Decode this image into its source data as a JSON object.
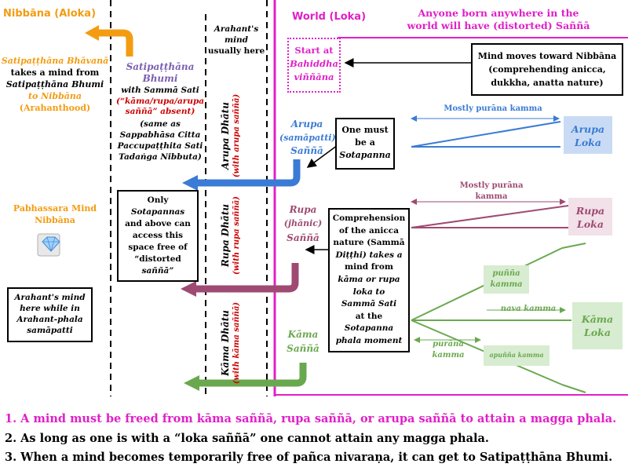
{
  "header": {
    "nibbana_aloka": "Nibbāna (Aloka)",
    "world_loka": "World (Loka)",
    "anyone_born": [
      "Anyone born anywhere in the",
      "world will have (distorted) Saññā"
    ]
  },
  "left": {
    "bhavana": [
      "Satipaṭṭhāna Bhāvanā",
      "takes a mind from",
      "Satipaṭṭhāna Bhumi",
      "to Nibbāna",
      "(Arahanthood)"
    ],
    "pabhassara": [
      "Pabhassara Mind",
      "Nibbāna"
    ],
    "arahant_phala_box": [
      "Arahant's mind",
      "here while in",
      "Arahant-phala",
      "samāpatti"
    ]
  },
  "bhumi": {
    "title": [
      "Satipaṭṭhāna",
      "Bhumi"
    ],
    "with_sati": "with Sammā Sati",
    "absent": [
      "(“kāma/rupa/arupa",
      "saññā” absent)"
    ],
    "same_as": [
      "(same as",
      "Sappabhāsa Citta",
      "Paccupaṭṭhita Sati",
      "Tadaṅga Nibbuta)"
    ],
    "only_box": [
      "Only",
      "Sotapannas",
      "and above can",
      "access this",
      "space free of",
      "“distorted",
      "saññā”"
    ]
  },
  "dhatu": {
    "arahant_mind": [
      "Arahant's",
      "mind",
      "usually here"
    ],
    "arupa": {
      "name": "Arupa Dhātu",
      "sub": "(with arupa saññā)"
    },
    "rupa": {
      "name": "Rupa Dhātu",
      "sub": "(with rupa saññā)"
    },
    "kama": {
      "name": "Kāma Dhātu",
      "sub": "(with kāma saññā)"
    }
  },
  "world": {
    "start_box": [
      "Start at",
      "Bahiddha",
      "viññāna"
    ],
    "moves_box": [
      "Mind moves toward Nibbāna",
      "(comprehending anicca,",
      "dukkha, anatta nature)"
    ],
    "arupa_sanna": [
      "Arupa",
      "(samāpatti)",
      "Saññā"
    ],
    "rupa_sanna": [
      "Rupa",
      "(jhānic)",
      "Saññā"
    ],
    "kama_sanna": [
      "Kāma",
      "Saññā"
    ],
    "sotapanna_box": [
      "One must",
      "be a",
      "Sotapanna"
    ],
    "comprehension_box": [
      "Comprehension",
      "of the anicca",
      "nature (Sammā",
      "Diṭṭhi) takes a",
      "mind from",
      "kāma or rupa",
      "loka to",
      "Sammā Sati",
      "at the",
      "Sotapanna",
      "phala moment"
    ],
    "mostly_purana_1": "Mostly purāna kamma",
    "mostly_purana_2": [
      "Mostly purāna",
      "kamma"
    ],
    "arupa_loka": [
      "Arupa",
      "Loka"
    ],
    "rupa_loka": [
      "Rupa",
      "Loka"
    ],
    "kama_loka": [
      "Kāma",
      "Loka"
    ],
    "punna_kamma": [
      "puñña",
      "kamma"
    ],
    "nava_kamma": "nava kamma",
    "purana_kamma": [
      "purāna",
      "kamma"
    ],
    "apunna_kamma": "apuñña kamma"
  },
  "notes": [
    "1. A mind must be freed from kāma saññā, rupa saññā, or arupa saññā to attain a magga phala.",
    "2. As long as one is with a “loka saññā” one cannot attain any magga phala.",
    "3. When a mind becomes temporarily free of pañca nivaraṇa, it can get to Satipaṭṭhāna Bhumi."
  ],
  "colors": {
    "orange": "#f39c12",
    "magenta": "#e020c8",
    "blue": "#3a7bd5",
    "purple": "#9e4a72",
    "green": "#6aa84f",
    "violet": "#7b5fb0",
    "red": "#cc0000"
  }
}
